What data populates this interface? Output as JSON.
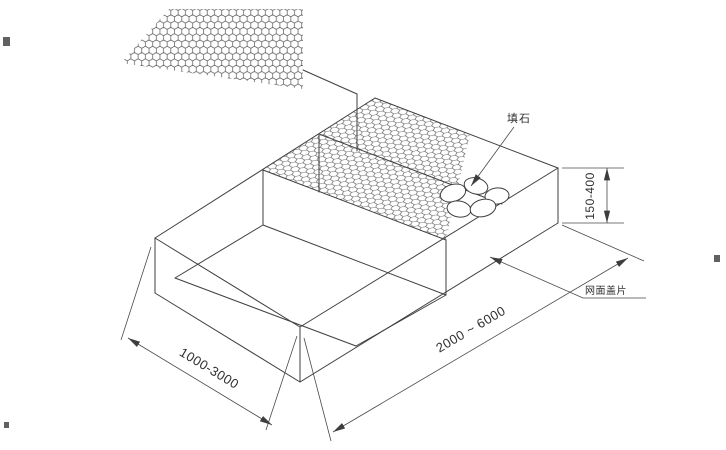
{
  "labels": {
    "fill_stone": "填石",
    "mesh_cover_sheet": "网面盖片"
  },
  "dimensions": {
    "width_range": "1000-3000",
    "length_range": "2000 ~ 6000",
    "height_range": "150-400"
  },
  "colors": {
    "line": "#3f3f3f",
    "background": "#ffffff"
  }
}
